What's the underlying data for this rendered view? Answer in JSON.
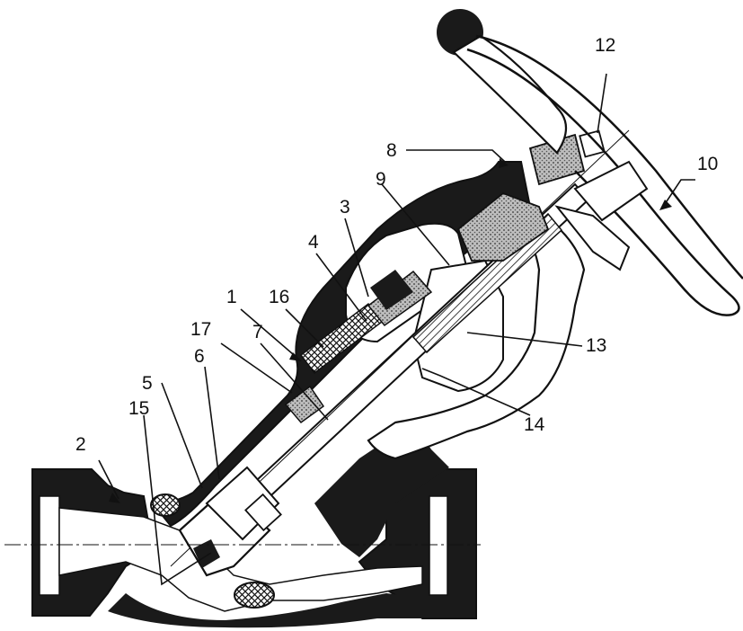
{
  "diagram": {
    "callouts": [
      {
        "id": "1",
        "text": "1"
      },
      {
        "id": "2",
        "text": "2"
      },
      {
        "id": "3",
        "text": "3"
      },
      {
        "id": "4",
        "text": "4"
      },
      {
        "id": "5",
        "text": "5"
      },
      {
        "id": "6",
        "text": "6"
      },
      {
        "id": "7",
        "text": "7"
      },
      {
        "id": "8",
        "text": "8"
      },
      {
        "id": "9",
        "text": "9"
      },
      {
        "id": "10",
        "text": "10"
      },
      {
        "id": "12",
        "text": "12"
      },
      {
        "id": "13",
        "text": "13"
      },
      {
        "id": "14",
        "text": "14"
      },
      {
        "id": "15",
        "text": "15"
      },
      {
        "id": "16",
        "text": "16"
      },
      {
        "id": "17",
        "text": "17"
      }
    ]
  },
  "colors": {
    "ink": "#111111",
    "casting": "#1a1a1a",
    "stipple": "#8c8c8c",
    "background": "#ffffff"
  }
}
